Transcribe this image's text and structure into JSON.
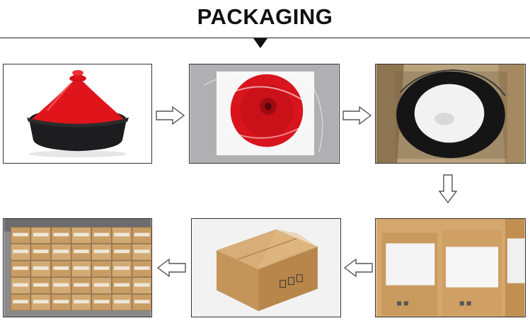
{
  "header": {
    "title": "PACKAGING"
  },
  "steps": [
    {
      "id": 1,
      "subject": "tagine-product"
    },
    {
      "id": 2,
      "subject": "plastic-wrapped-lid"
    },
    {
      "id": 3,
      "subject": "pot-in-carton"
    },
    {
      "id": 4,
      "subject": "foam-lined-carton"
    },
    {
      "id": 5,
      "subject": "sealed-carton"
    },
    {
      "id": 6,
      "subject": "stacked-cartons"
    }
  ],
  "colors": {
    "tagine_red": "#e0141b",
    "tagine_base": "#1d1d1f",
    "cardboard": "#c9a06a",
    "arrow_outline": "#555555"
  }
}
